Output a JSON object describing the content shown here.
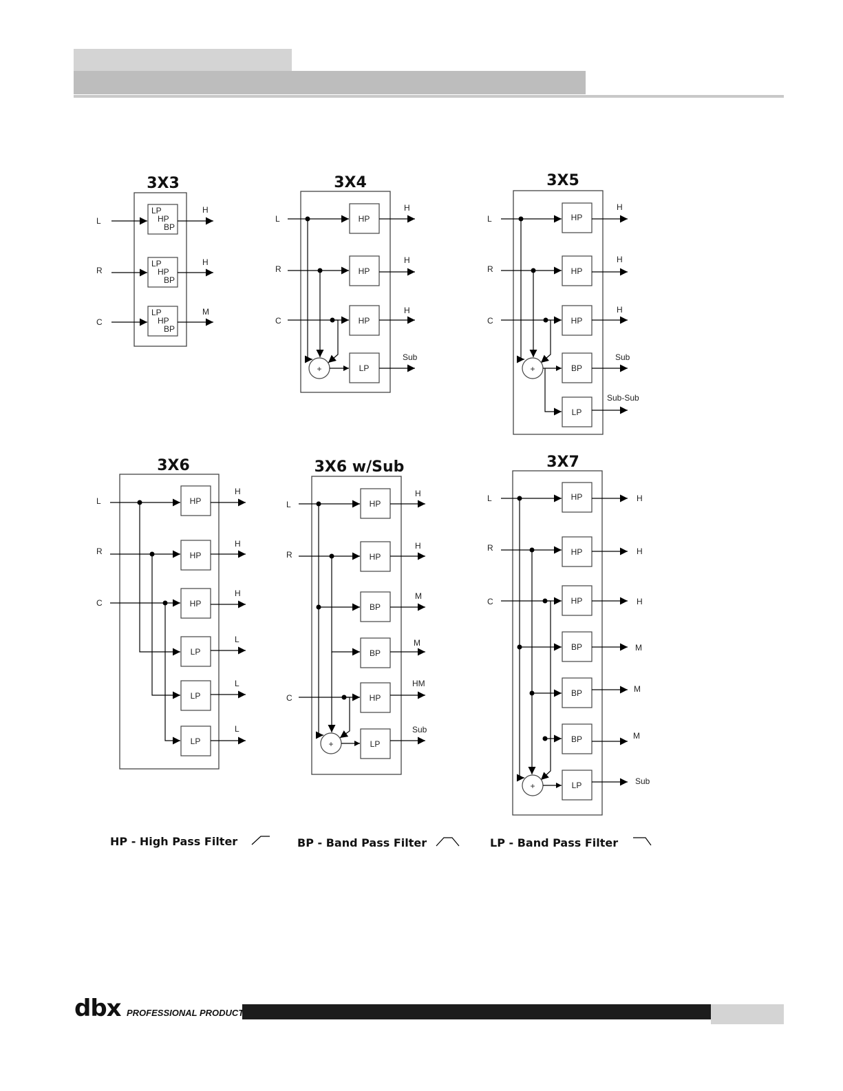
{
  "filters": {
    "hp": "HP",
    "bp": "BP",
    "lp": "LP",
    "sum": "+"
  },
  "inputs": {
    "l": "L",
    "r": "R",
    "c": "C"
  },
  "d3x3": {
    "title": "3X3",
    "out1": "H",
    "out2": "H",
    "out3": "M"
  },
  "d3x4": {
    "title": "3X4",
    "out1": "H",
    "out2": "H",
    "out3": "H",
    "out4": "Sub"
  },
  "d3x5": {
    "title": "3X5",
    "out1": "H",
    "out2": "H",
    "out3": "H",
    "out4": "Sub",
    "out5": "Sub-Sub"
  },
  "d3x6": {
    "title": "3X6",
    "out1": "H",
    "out2": "H",
    "out3": "H",
    "out4": "L",
    "out5": "L",
    "out6": "L"
  },
  "d3x6s": {
    "title": "3X6 w/Sub",
    "out1": "H",
    "out2": "H",
    "out3": "M",
    "out4": "M",
    "out5": "HM",
    "out6": "Sub"
  },
  "d3x7": {
    "title": "3X7",
    "out1": "H",
    "out2": "H",
    "out3": "H",
    "out4": "M",
    "out5": "M",
    "out6": "M",
    "out7": "Sub"
  },
  "legend": {
    "hp": "HP - High Pass Filter",
    "bp": "BP - Band Pass Filter",
    "lp": "LP - Band Pass Filter"
  },
  "footer": {
    "logo": "dbx",
    "subtitle": "PROFESSIONAL PRODUCTS"
  },
  "colors": {
    "header_light": "#d4d4d4",
    "header_mid": "#bdbdbd",
    "footer_bar": "#1c1c1c"
  }
}
